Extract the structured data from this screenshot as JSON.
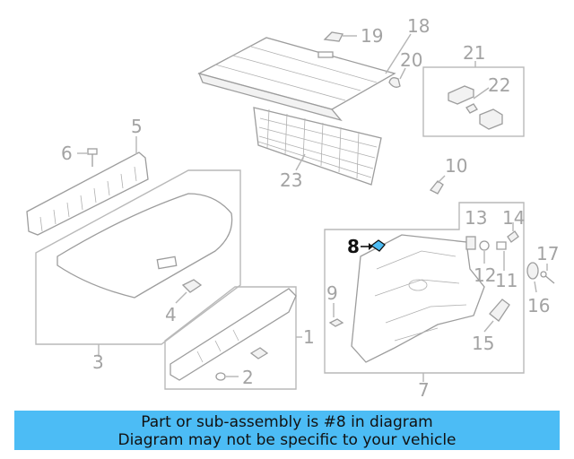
{
  "banner": {
    "line1": "Part or sub-assembly is #8 in diagram",
    "line2": "Diagram may not be specific to your vehicle"
  },
  "highlight_color": "#4cbcf5",
  "callouts": [
    "1",
    "2",
    "3",
    "4",
    "5",
    "6",
    "7",
    "8",
    "9",
    "10",
    "11",
    "12",
    "13",
    "14",
    "15",
    "16",
    "17",
    "18",
    "19",
    "20",
    "21",
    "22",
    "23"
  ],
  "highlighted_callout": "8"
}
